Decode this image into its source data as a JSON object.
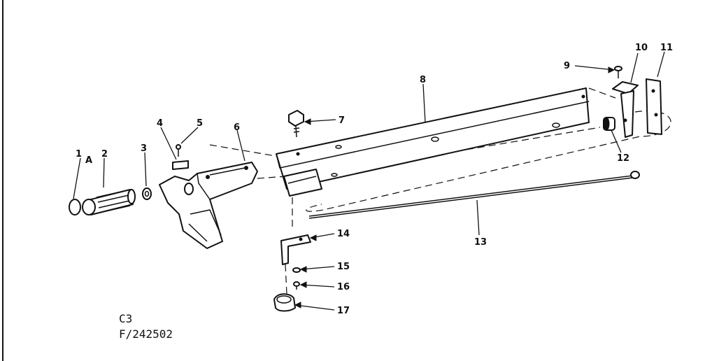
{
  "diagram": {
    "callouts": [
      {
        "id": "1",
        "text": "1"
      },
      {
        "id": "A",
        "text": "A"
      },
      {
        "id": "2",
        "text": "2"
      },
      {
        "id": "3",
        "text": "3"
      },
      {
        "id": "4",
        "text": "4"
      },
      {
        "id": "5",
        "text": "5"
      },
      {
        "id": "6",
        "text": "6"
      },
      {
        "id": "7",
        "text": "7"
      },
      {
        "id": "8",
        "text": "8"
      },
      {
        "id": "9",
        "text": "9"
      },
      {
        "id": "10",
        "text": "10"
      },
      {
        "id": "11",
        "text": "11"
      },
      {
        "id": "12",
        "text": "12"
      },
      {
        "id": "13",
        "text": "13"
      },
      {
        "id": "14",
        "text": "14"
      },
      {
        "id": "15",
        "text": "15"
      },
      {
        "id": "16",
        "text": "16"
      },
      {
        "id": "17",
        "text": "17"
      }
    ],
    "footer": {
      "line1": "C3",
      "line2": "F/242502"
    }
  }
}
